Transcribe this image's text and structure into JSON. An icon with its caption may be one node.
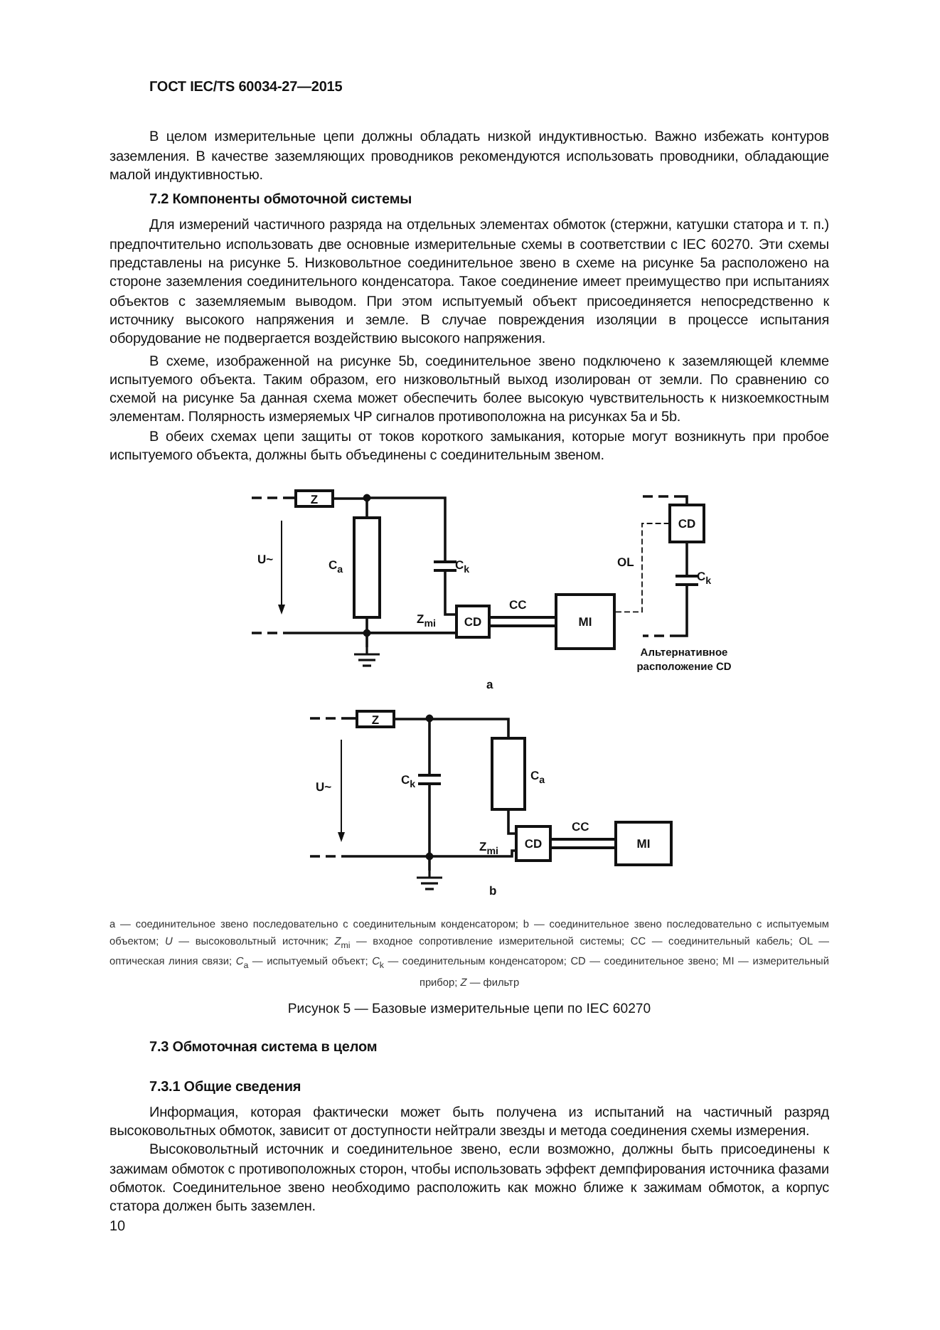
{
  "diagram": {
    "caption": "Рисунок 5 — Базовые измерительные цепи по IEC 60270",
    "nodes": [
      {
        "text": [
          "Z"
        ]
      },
      {
        "text": [],
        "shape": "box",
        "beside": [
          "C$_{a}$"
        ]
      },
      {
        "text": [
          "CD"
        ]
      },
      {
        "text": [
          "MI"
        ]
      },
      {
        "text": [
          "CD"
        ]
      },
      {
        "text": [
          "Z"
        ]
      },
      {
        "text": [],
        "shape": "box",
        "beside": [
          "C$_{a}$"
        ]
      },
      {
        "text": [
          "CD"
        ]
      },
      {
        "text": [
          "MI"
        ]
      }
    ],
    "edges": [
      {
        "from": 0,
        "to": 1,
        "arrow": "none"
      },
      {
        "from": 1,
        "to": 2,
        "arrow": "none"
      },
      {
        "from": 2,
        "to": 3,
        "arrow": "none",
        "label": "CC",
        "style": "thick"
      },
      {
        "from": 3,
        "to": 4,
        "arrow": "none",
        "label": "OL",
        "style": "dashed"
      },
      {
        "from": 5,
        "to": 6,
        "arrow": "none"
      },
      {
        "from": 6,
        "to": 7,
        "arrow": "none"
      },
      {
        "from": 7,
        "to": 8,
        "arrow": "none",
        "label": "CC",
        "style": "thick"
      }
    ],
    "labels": [
      "ГОСТ IEC/TS 60034-27—2015",
      "В целом измерительные цепи должны обладать низкой индуктивностью. Важно избежать контуров заземления. В качестве заземляющих проводников рекомендуются использовать проводники, обладающие малой индуктивностью.",
      "7.2 Компоненты обмоточной системы",
      "Для измерений частичного разряда на отдельных элементах обмоток (стержни, катушки статора и т. п.) предпочтительно использовать две основные измерительные схемы в соответствии с IEC 60270. Эти схемы представлены на рисунке 5. Низковольтное соединительное звено в схеме на рисунке 5а расположено на стороне заземления соединительного конденсатора. Такое соединение имеет преимущество при испытаниях объектов с заземляемым выводом. При этом испытуемый объект присоединяется непосредственно к источнику высокого напряжения и земле. В случае повреждения изоляции в процессе испытания оборудование не подвергается воздействию высокого напряжения.",
      "В схеме, изображенной на рисунке 5b, соединительное звено подключено к заземляющей клемме испытуемого объекта. Таким образом, его низковольтный выход изолирован от земли. По сравнению со схемой на рисунке 5а данная схема может обеспечить более высокую чувствительность к низкоемкостным элементам. Полярность измеряемых ЧР сигналов противоположна на рисунках 5а и 5b.",
      "В обеих схемах цепи защиты от токов короткого замыкания, которые могут возникнуть при пробое испытуемого объекта, должны быть объединены с соединительным звеном.",
      "U~",
      "C$_{k}$",
      "Z$_{mi}$",
      "C$_{k}$",
      "Альтернативное расположение CD",
      "a",
      "U~",
      "C$_{k}$",
      "Z$_{mi}$",
      "b",
      "a — соединительное звено последовательно с соединительным конденсатором; b — соединительное звено последовательно с испытуемым объектом; *U* — высоковольтный источник; *Z*$_{mi}$ — входное сопротивление измерительной системы; CC — соединительный кабель; OL — оптическая линия связи; *C*$_{a}$ — испытуемый объект; *C*$_{k}$ — соединительным конденсатором; CD — соединительное звено; MI — измерительный прибор; *Z* — фильтр",
      "7.3 Обмоточная система в целом",
      "7.3.1 Общие сведения",
      "Информация, которая фактически может быть получена из испытаний на частичный разряд высоковольтных обмоток, зависит от доступности нейтрали звезды и метода соединения схемы измерения.",
      "Высоковольтный источник и соединительное звено, если возможно, должны быть присоединены к зажимам обмоток с противоположных сторон, чтобы использовать эффект демпфирования источника фазами обмоток. Соединительное звено необходимо расположить как можно ближе к зажимам обмоток, а корпус статора должен быть заземлен.",
      "10"
    ]
  }
}
